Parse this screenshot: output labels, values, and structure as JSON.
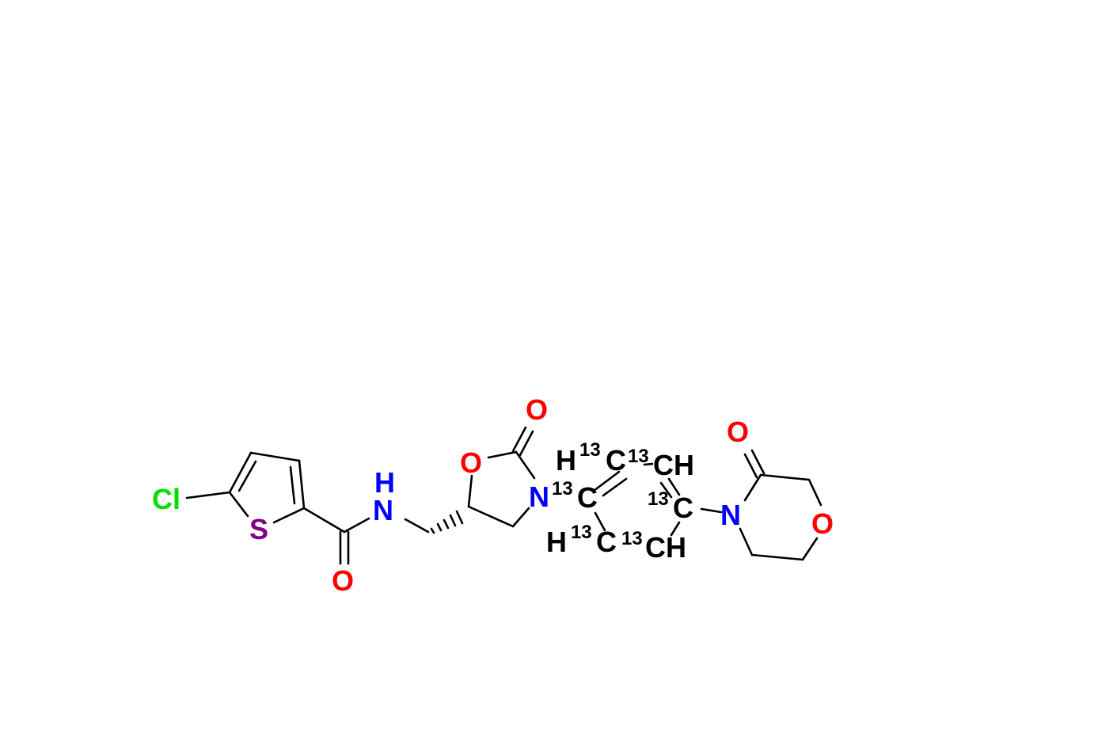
{
  "molecule": {
    "colors": {
      "bond": "#000000",
      "carbon": "#000000",
      "nitrogen": "#0000ff",
      "oxygen": "#ff0000",
      "sulfur": "#800080",
      "chlorine": "#00e000"
    },
    "labels": {
      "chlorine": "Cl",
      "sulfur": "S",
      "amide_oxygen": "O",
      "amide_nh_h": "H",
      "amide_nh_n": "N",
      "oxazolidinone_ring_o": "O",
      "oxazolidinone_carbonyl_o": "O",
      "oxazolidinone_n": "N",
      "morpholinone_n": "N",
      "morpholinone_carbonyl_o": "O",
      "morpholinone_ring_o": "O",
      "phenyl": {
        "top_left": {
          "h": "H",
          "iso": "13",
          "el": "C"
        },
        "top_right": {
          "iso": "13",
          "el": "CH"
        },
        "left": {
          "iso": "13",
          "el": "C"
        },
        "right": {
          "iso": "13",
          "el": "C"
        },
        "bottom_left": {
          "h": "H",
          "iso": "13",
          "el": "C"
        },
        "bottom_right": {
          "iso": "13",
          "el": "CH"
        }
      }
    }
  }
}
